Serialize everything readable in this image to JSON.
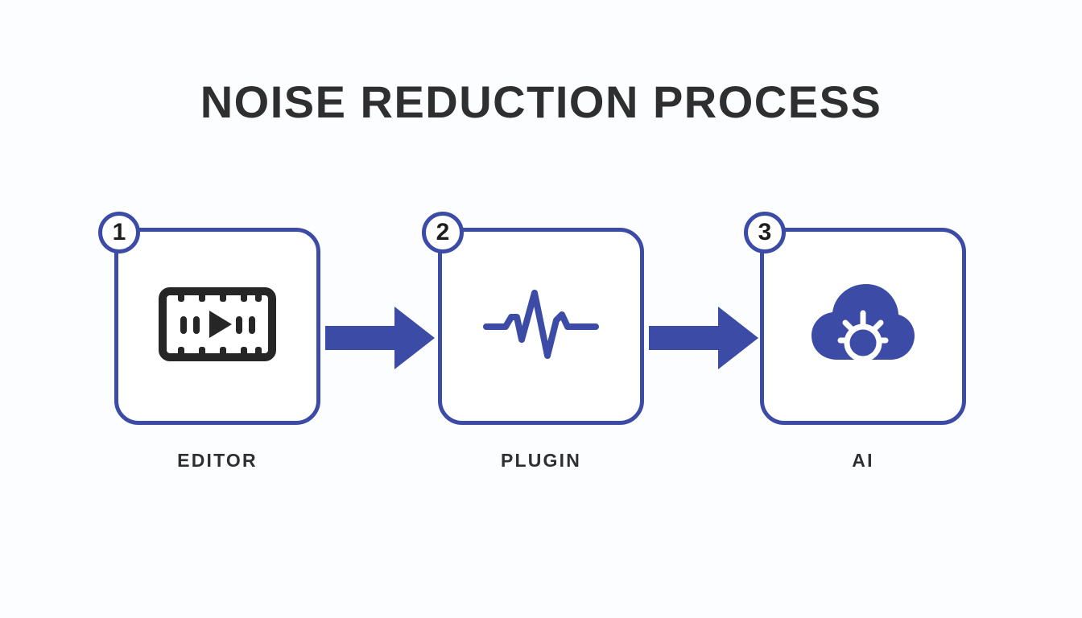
{
  "page": {
    "title": "NOISE REDUCTION PROCESS",
    "background_color": "#fbfdfe",
    "accent_color": "#3c4ba6",
    "text_color": "#2f2f30"
  },
  "steps": [
    {
      "number": "1",
      "label": "EDITOR",
      "icon": "film-strip-play-icon",
      "icon_color": "#262626"
    },
    {
      "number": "2",
      "label": "PLUGIN",
      "icon": "audio-waveform-icon",
      "icon_color": "#3c4ba6"
    },
    {
      "number": "3",
      "label": "AI",
      "icon": "cloud-ai-node-icon",
      "icon_color": "#3c4ba6"
    }
  ],
  "connectors": [
    {
      "icon": "arrow-right-icon",
      "color": "#3c4ba6"
    },
    {
      "icon": "arrow-right-icon",
      "color": "#3c4ba6"
    }
  ]
}
